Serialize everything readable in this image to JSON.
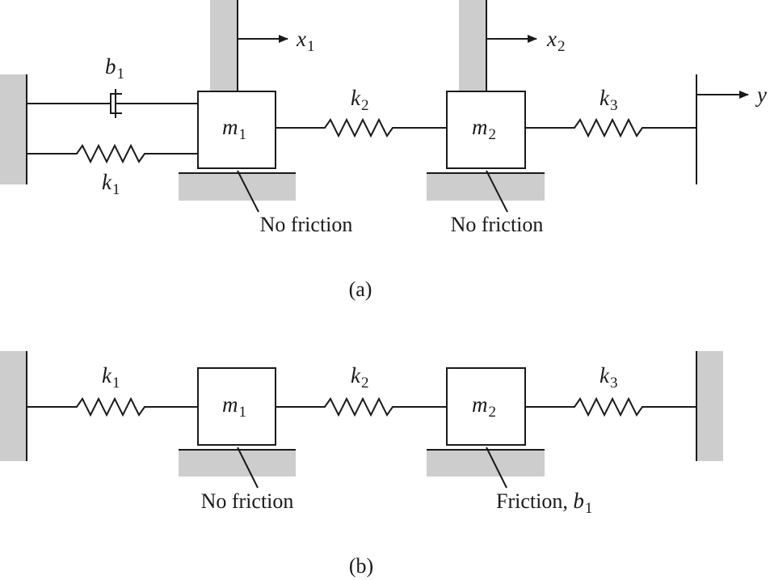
{
  "panel_a": {
    "caption": "(a)",
    "labels": {
      "x1": "x",
      "x1_sub": "1",
      "x2": "x",
      "x2_sub": "2",
      "y": "y",
      "b1": "b",
      "b1_sub": "1",
      "k1": "k",
      "k1_sub": "1",
      "k2": "k",
      "k2_sub": "2",
      "k3": "k",
      "k3_sub": "3",
      "m1": "m",
      "m1_sub": "1",
      "m2": "m",
      "m2_sub": "2"
    },
    "surface1_label": "No friction",
    "surface2_label": "No friction"
  },
  "panel_b": {
    "caption": "(b)",
    "labels": {
      "k1": "k",
      "k1_sub": "1",
      "k2": "k",
      "k2_sub": "2",
      "k3": "k",
      "k3_sub": "3",
      "m1": "m",
      "m1_sub": "1",
      "m2": "m",
      "m2_sub": "2"
    },
    "surface1_label": "No friction",
    "surface2_label": "Friction, ",
    "surface2_sym": "b",
    "surface2_sub": "1"
  }
}
